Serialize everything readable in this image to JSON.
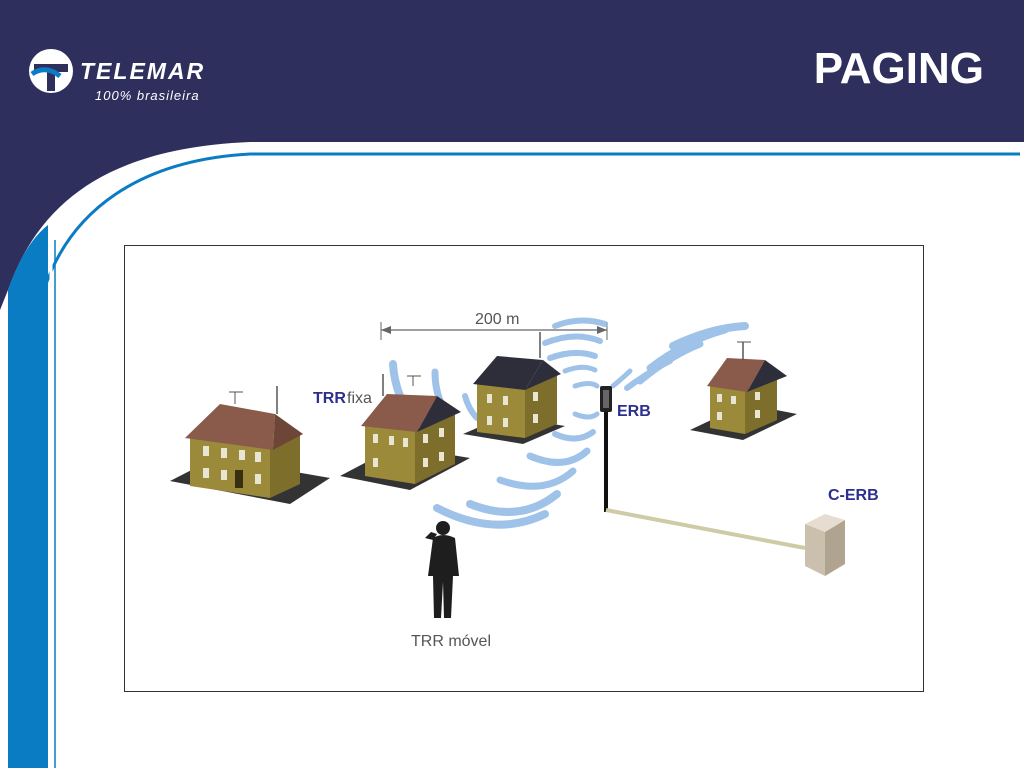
{
  "header": {
    "brand": "TELEMAR",
    "tagline": "100% brasileira",
    "title": "PAGING"
  },
  "diagram": {
    "distance_label": "200 m",
    "trr_fixa_prefix": "TRR",
    "trr_fixa_suffix": "fixa",
    "erb_label": "ERB",
    "c_erb_label": "C-ERB",
    "trr_movel_label": "TRR móvel"
  },
  "colors": {
    "header_navy": "#2f2f5e",
    "accent_blue": "#0a7cc4",
    "label_blue": "#2b2f8f",
    "label_gray": "#555555",
    "wave_blue": "#8fb8e6"
  }
}
